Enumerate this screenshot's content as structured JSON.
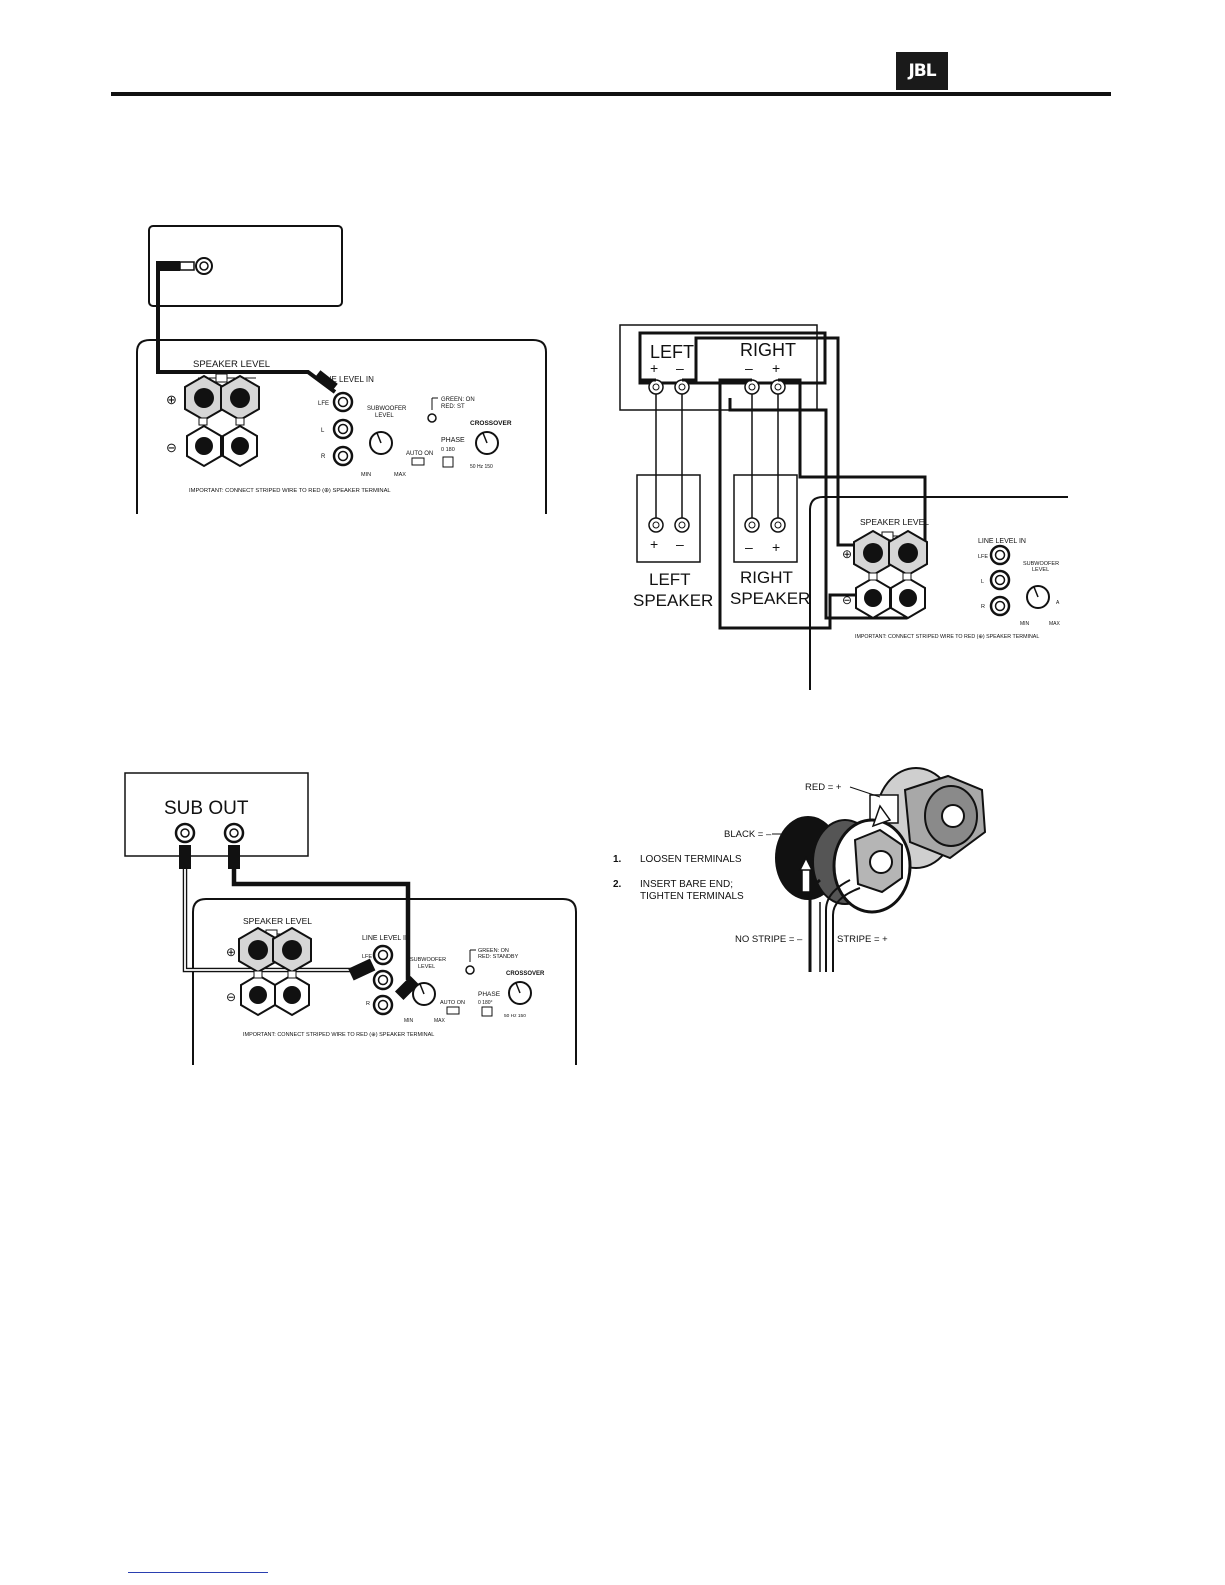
{
  "header": {
    "logo_text": "JBL"
  },
  "panel": {
    "speaker_level": "SPEAKER LEVEL",
    "line_level_in": "LINE LEVEL IN",
    "lfe": "LFE",
    "l": "L",
    "r": "R",
    "subwoofer_level": "SUBWOOFER",
    "subwoofer_level_2": "LEVEL",
    "min": "MIN",
    "max": "MAX",
    "auto_on": "AUTO  ON",
    "phase": "PHASE",
    "phase_values": "0   180",
    "phase_values_2": "0   180°",
    "crossover": "CROSSOVER",
    "crossover_scale": "50    Hz    150",
    "led_green_on": "GREEN: ON",
    "led_red_st": "RED: ST",
    "led_red_standby": "RED: STANDBY",
    "important": "IMPORTANT: CONNECT STRIPED WIRE TO RED (⊕) SPEAKER TERMINAL"
  },
  "fig2": {
    "left": "LEFT",
    "right": "RIGHT",
    "plus": "+",
    "minus": "–",
    "left_speaker_1": "LEFT",
    "left_speaker_2": "SPEAKER",
    "right_speaker_1": "RIGHT",
    "right_speaker_2": "SPEAKER",
    "a_fragment": "A"
  },
  "fig3": {
    "sub_out": "SUB OUT"
  },
  "fig4": {
    "red": "RED = +",
    "black": "BLACK = –",
    "step1_num": "1.",
    "step1": "LOOSEN TERMINALS",
    "step2_num": "2.",
    "step2a": "INSERT BARE END;",
    "step2b": "TIGHTEN TERMINALS",
    "no_stripe": "NO STRIPE = –",
    "stripe": "STRIPE = +"
  }
}
